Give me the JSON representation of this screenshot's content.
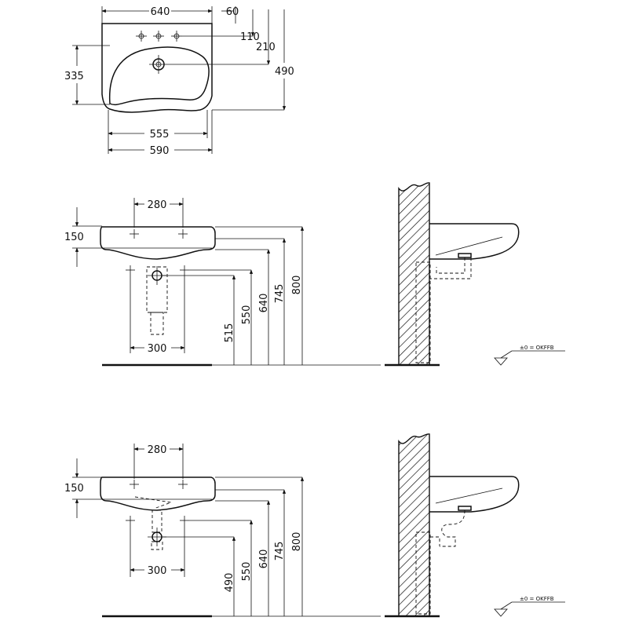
{
  "top_view": {
    "width_top": "640",
    "tap_offset": "60",
    "hole_dist": "110",
    "overflow_dist": "210",
    "depth": "490",
    "bowl_depth": "335",
    "bowl_width": "555",
    "bottom_width": "590"
  },
  "front_view_1": {
    "hole_spacing": "280",
    "rim_height": "150",
    "fix_spacing": "300",
    "h_waste": "515",
    "h_fix": "550",
    "h_rim_low": "640",
    "h_rim_mid": "745",
    "h_rim_top": "800"
  },
  "front_view_2": {
    "hole_spacing": "280",
    "rim_height": "150",
    "fix_spacing": "300",
    "h_waste": "490",
    "h_fix": "550",
    "h_rim_low": "640",
    "h_rim_mid": "745",
    "h_rim_top": "800"
  },
  "side_view_1": {
    "floor_label": "±0 = OKFFB"
  },
  "side_view_2": {
    "floor_label": "±0 = OKFFB"
  }
}
